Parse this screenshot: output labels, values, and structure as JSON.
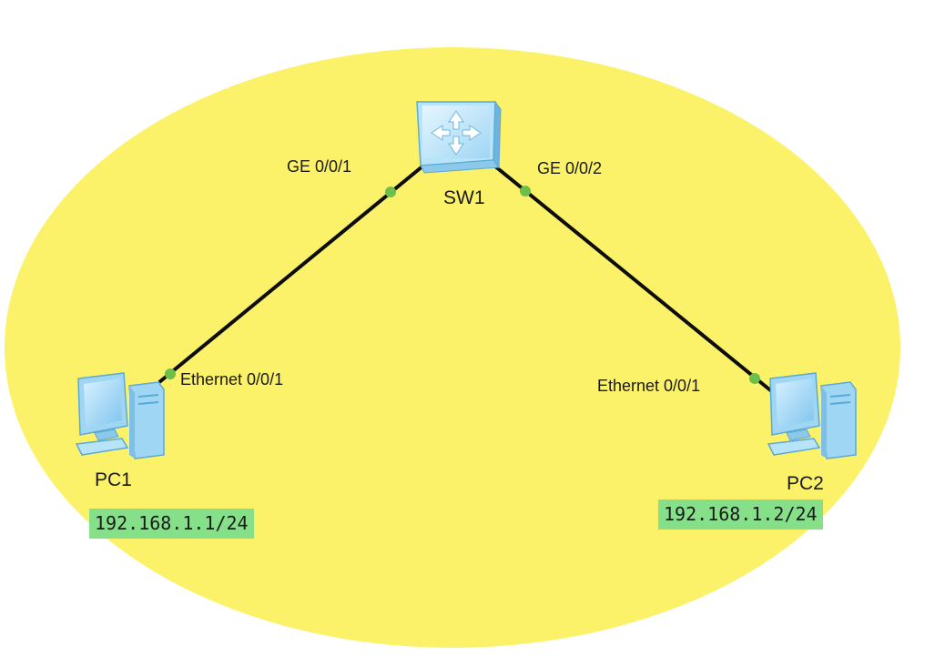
{
  "colors": {
    "zone": "#fbf26a",
    "link": "#0d0d0d",
    "port": "#6cc04a",
    "ip_bg": "#86e08a"
  },
  "switch": {
    "name": "SW1",
    "icon": "switch-icon"
  },
  "pcs": [
    {
      "name": "PC1",
      "icon": "pc-icon",
      "port": "Ethernet 0/0/1",
      "ip": "192.168.1.1/24"
    },
    {
      "name": "PC2",
      "icon": "pc-icon",
      "port": "Ethernet 0/0/1",
      "ip": "192.168.1.2/24"
    }
  ],
  "switch_ports": [
    "GE 0/0/1",
    "GE 0/0/2"
  ]
}
